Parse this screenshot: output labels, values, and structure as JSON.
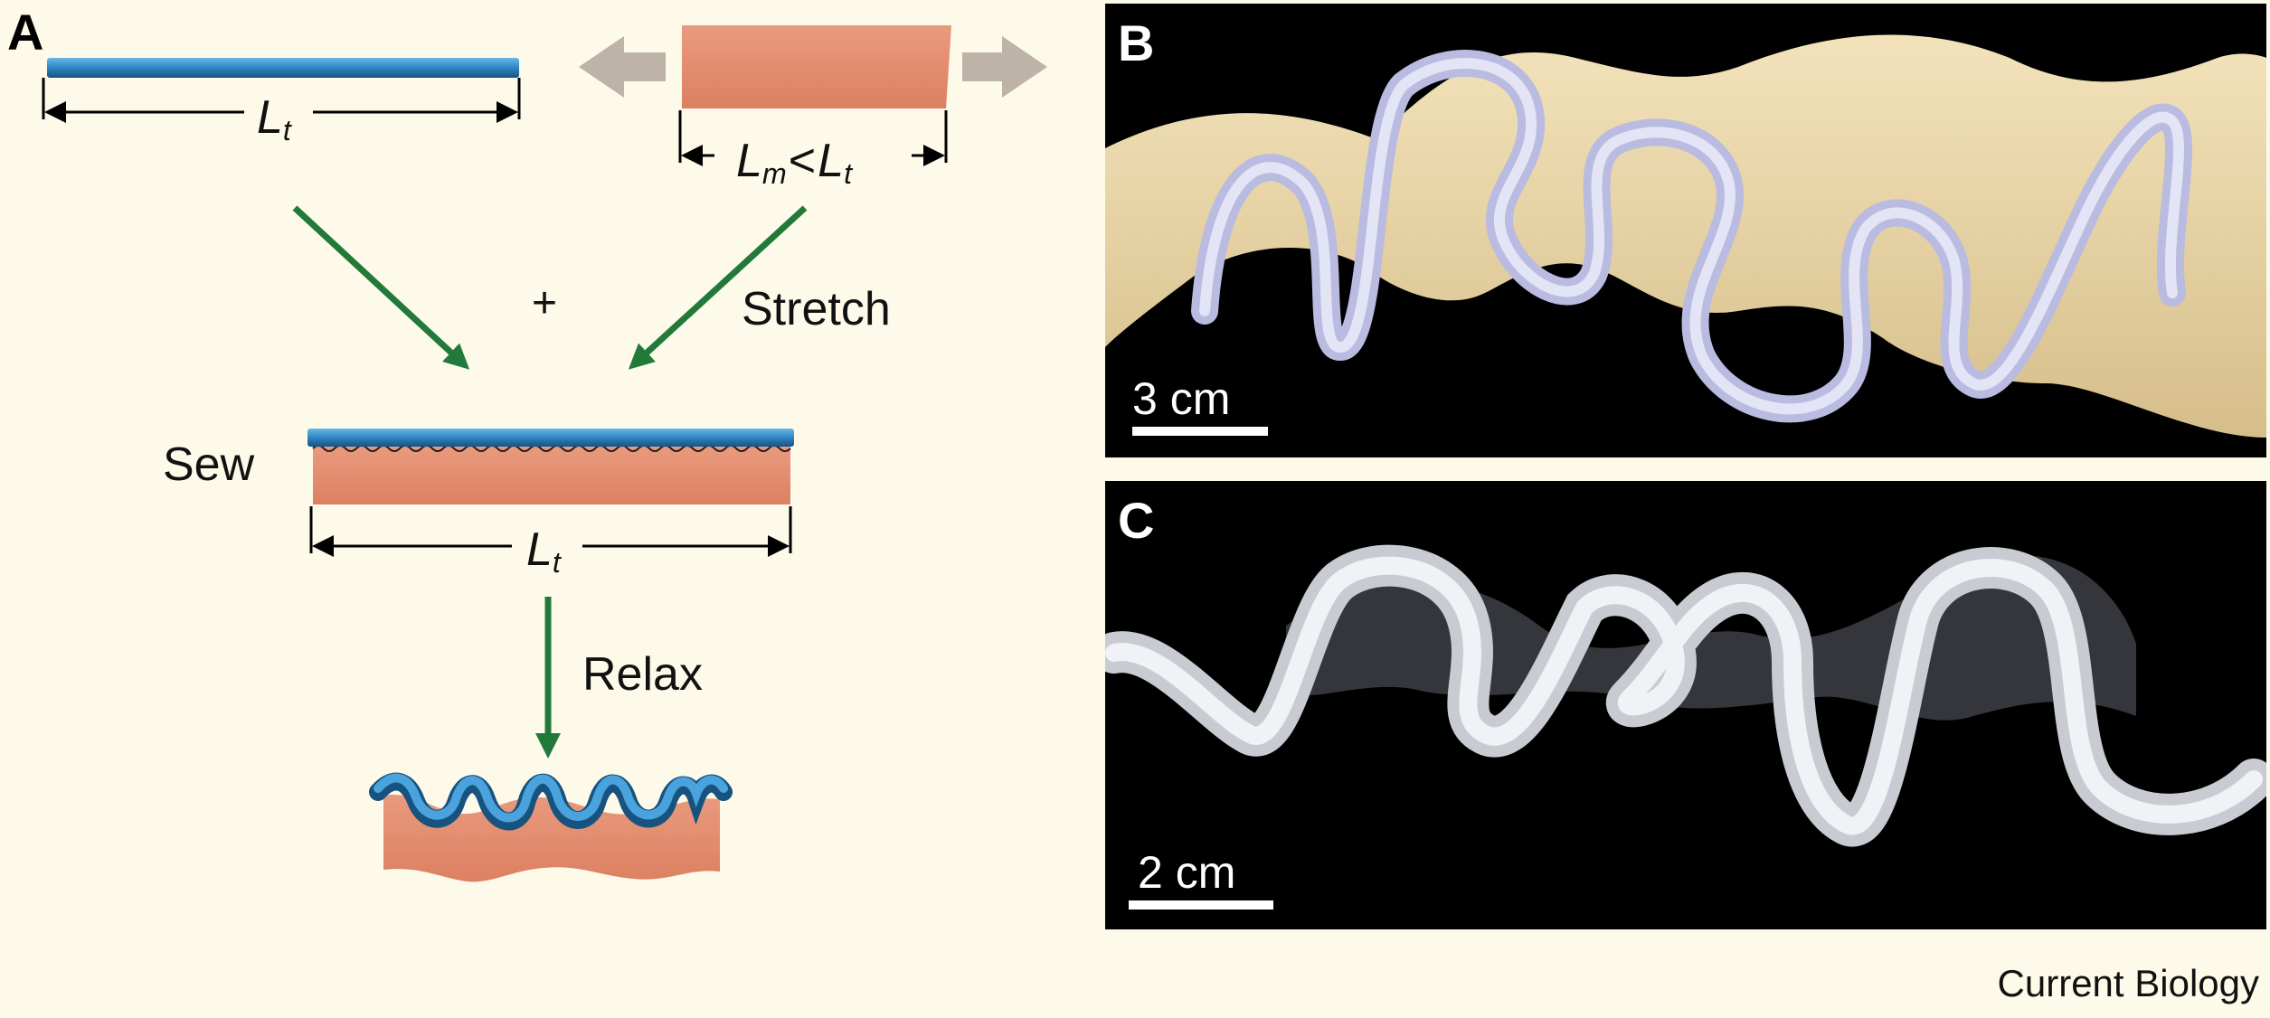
{
  "panels": {
    "a_letter": "A",
    "b_letter": "B",
    "c_letter": "C"
  },
  "diagram": {
    "tube_length_base": "L",
    "tube_length_sub": "t",
    "membrane_base": "L",
    "membrane_sub": "m",
    "membrane_cmp": "<",
    "membrane_rhs_base": "L",
    "membrane_rhs_sub": "t",
    "plus": "+",
    "stretch": "Stretch",
    "sew": "Sew",
    "sewn_length_base": "L",
    "sewn_length_sub": "t",
    "relax": "Relax"
  },
  "photos": {
    "b_scale": "3 cm",
    "c_scale": "2 cm"
  },
  "credit": "Current Biology",
  "colors": {
    "background": "#fefaea",
    "tube_blue": "#2f86c4",
    "membrane_salmon": "#e48c70",
    "arrow_green": "#227a3a",
    "stretch_arrow_gray": "#bdb3a6"
  }
}
